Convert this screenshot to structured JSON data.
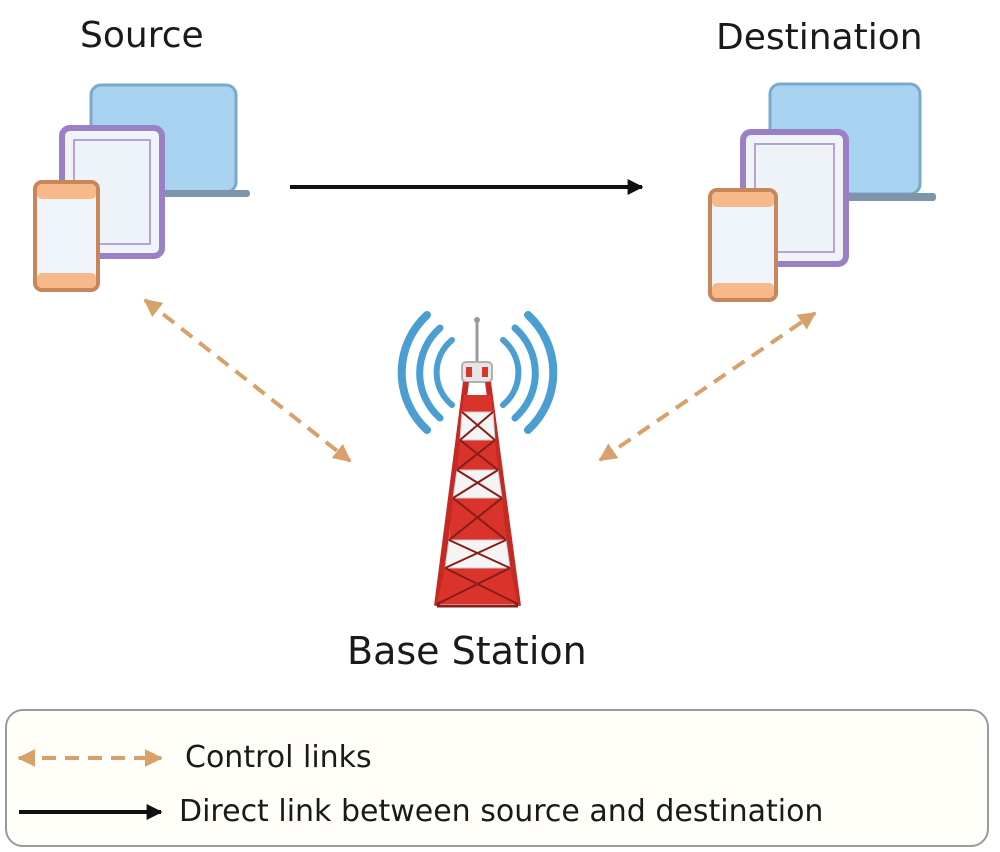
{
  "nodes": {
    "source": {
      "label": "Source"
    },
    "destination": {
      "label": "Destination"
    },
    "base_station": {
      "label": "Base Station"
    }
  },
  "links": {
    "direct": {
      "color": "#111111",
      "style": "solid",
      "from": "source",
      "to": "destination"
    },
    "control": {
      "color": "#d8a06a",
      "style": "dashed",
      "between": [
        "source",
        "base_station",
        "destination"
      ]
    }
  },
  "icons": {
    "source": "devices-icon",
    "destination": "devices-icon",
    "base_station": "cell-tower-icon"
  },
  "colors": {
    "laptop": "#a8d3f0",
    "tablet_frame": "#9a80c4",
    "phone": "#f7b98a",
    "tower_red": "#d9332b",
    "tower_signal": "#4a9ed1"
  },
  "legend": {
    "items": [
      {
        "label": "Control links"
      },
      {
        "label": "Direct link between source and destination"
      }
    ]
  }
}
